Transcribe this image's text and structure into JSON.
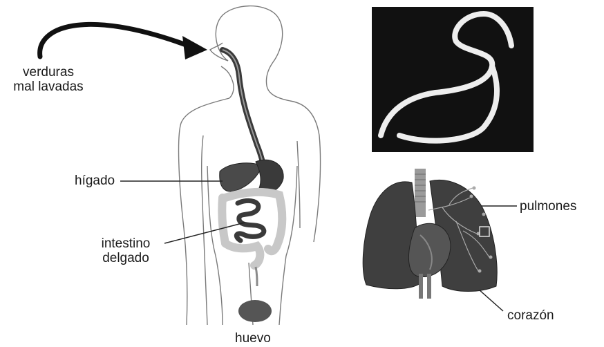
{
  "labels": {
    "source": "verduras\nmal lavadas",
    "liver": "hígado",
    "small_intestine": "intestino\ndelgado",
    "egg": "huevo",
    "lungs": "pulmones",
    "heart": "corazón"
  },
  "colors": {
    "outline": "#7a7a7a",
    "arrow": "#111111",
    "digestive_tract": "#3a3a3a",
    "liver": "#4a4a4a",
    "large_intestine": "#c8c8c8",
    "egg": "#555555",
    "worm_photo_bg": "#111111",
    "worm": "#eeeeee",
    "lungs": "#3f3f3f",
    "heart": "#555555"
  },
  "icons": {
    "source_arrow": "curved-arrow-icon",
    "worm": "roundworm-photo",
    "lungs": "lungs-illustration",
    "body": "human-body-outline"
  }
}
